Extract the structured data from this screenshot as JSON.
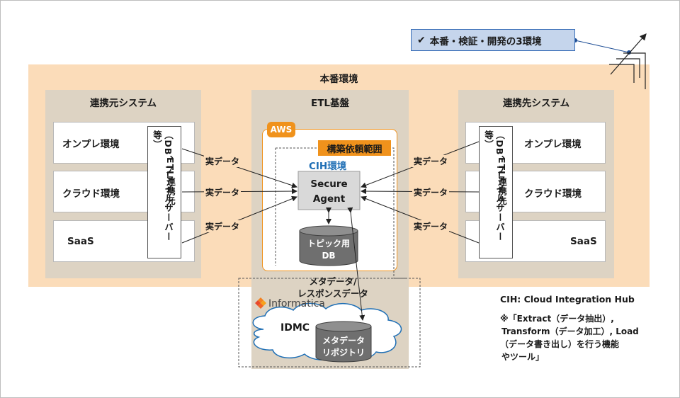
{
  "callout": {
    "check": "✔",
    "text": "本番・検証・開発の3環境"
  },
  "production": {
    "title": "本番環境"
  },
  "source_system": {
    "title": "連携元システム",
    "items": [
      "オンプレ環境",
      "クラウド環境",
      "SaaS"
    ],
    "etl_label": "ETL連携元",
    "etl_sub": "（DB、ファイルサーバー等）"
  },
  "etl_platform": {
    "title": "ETL基盤",
    "aws": "AWS",
    "scope_label": "構築依頼範囲",
    "cih_env": "CIH環境",
    "secure_agent_1": "Secure",
    "secure_agent_2": "Agent",
    "topic_db_1": "トピック用",
    "topic_db_2": "DB"
  },
  "target_system": {
    "title": "連携先システム",
    "items": [
      "オンプレ環境",
      "クラウド環境",
      "SaaS"
    ],
    "etl_label": "ETL連携先",
    "etl_sub": "（DB、ファイルサーバー等）"
  },
  "arrows": {
    "data_label": "実データ"
  },
  "meta": {
    "line1": "メタデータ/",
    "line2": "レスポンスデータ"
  },
  "informatica": {
    "brand": "Informatica",
    "idmc": "IDMC",
    "repo_1": "メタデータ",
    "repo_2": "リポジトリ"
  },
  "notes": {
    "cih": "CIH: Cloud Integration Hub",
    "etl_1": "※「Extract（データ抽出）,",
    "etl_2": "Transform（データ加工）, Load",
    "etl_3": "（データ書き出し）を行う機能",
    "etl_4": "やツール」"
  },
  "colors": {
    "production_bg": "#fbdcb9",
    "system_bg": "#ddd3c3",
    "aws_orange": "#f0921c",
    "cih_blue": "#1f6fb5",
    "callout_bg": "#c5d5ec",
    "callout_border": "#3a6fb8"
  }
}
